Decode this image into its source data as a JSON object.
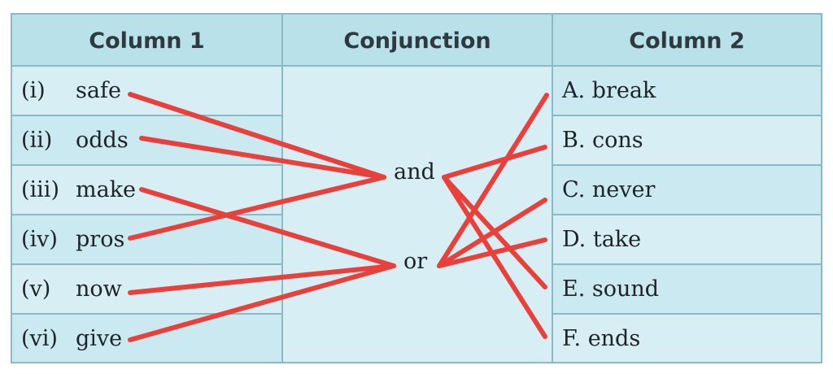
{
  "headers": {
    "col1": "Column 1",
    "conj": "Conjunction",
    "col2": "Column 2"
  },
  "column1": [
    {
      "roman": "(i)",
      "word": "safe"
    },
    {
      "roman": "(ii)",
      "word": "odds"
    },
    {
      "roman": "(iii)",
      "word": "make"
    },
    {
      "roman": "(iv)",
      "word": "pros"
    },
    {
      "roman": "(v)",
      "word": "now"
    },
    {
      "roman": "(vi)",
      "word": "give"
    }
  ],
  "conjunctions": [
    "and",
    "or"
  ],
  "column2": [
    "A. break",
    "B. cons",
    "C. never",
    "D. take",
    "E.  sound",
    "F. ends"
  ],
  "colors": {
    "header_bg": "#b9e1ea",
    "cell_bg": "#d7eff4",
    "grid": "#8bb9c6",
    "line": "#e8413b"
  }
}
